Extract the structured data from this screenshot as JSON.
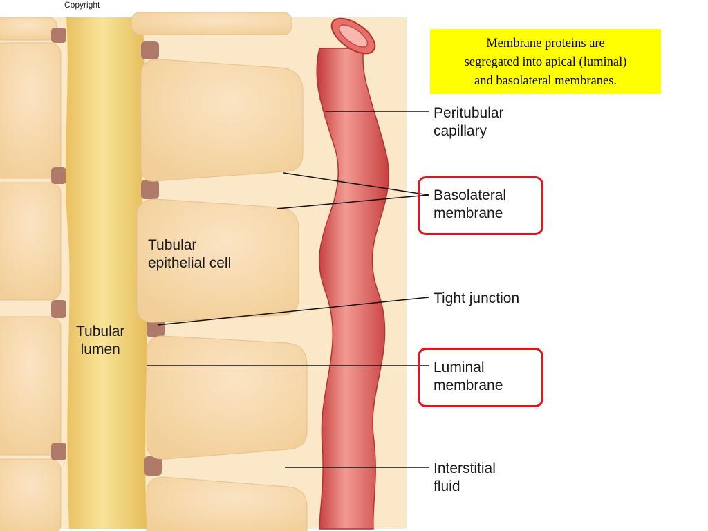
{
  "copyright": "Copyright",
  "note": {
    "lines": [
      "Membrane proteins are",
      "segregated into apical (luminal)",
      "and basolateral membranes."
    ]
  },
  "labels": {
    "peritubular_capillary": [
      "Peritubular",
      "capillary"
    ],
    "basolateral_membrane": [
      "Basolateral",
      "membrane"
    ],
    "tight_junction": [
      "Tight junction"
    ],
    "luminal_membrane": [
      "Luminal",
      "membrane"
    ],
    "interstitial_fluid": [
      "Interstitial",
      "fluid"
    ],
    "tubular_epithelial_cell": [
      "Tubular",
      "epithelial cell"
    ],
    "tubular_lumen": [
      "Tubular",
      "lumen"
    ]
  },
  "colors": {
    "interstitial_fluid": "#fbe8c8",
    "cell": "#f6d8a8",
    "lumen": "#eecb62",
    "capillary": "#d9534f",
    "tight_junction": "#b07a6a",
    "highlight": "#e3141c",
    "note_background": "#ffff00"
  }
}
